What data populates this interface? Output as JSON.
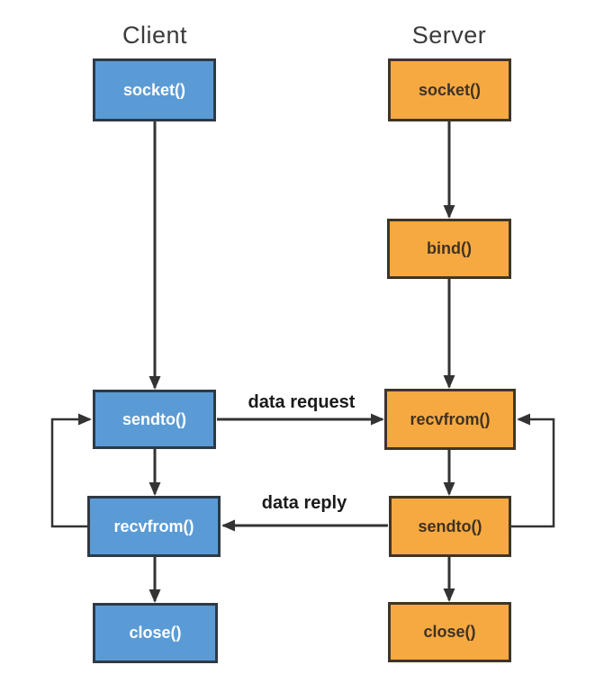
{
  "page": {
    "background_color": "#ffffff"
  },
  "diagram": {
    "type": "flowchart",
    "description_colors": {
      "client_fill": "#5b9bd5",
      "client_text": "#ffffff",
      "server_fill": "#f7a941",
      "server_text": "#3f3222",
      "arrow_color": "#333333"
    },
    "client": {
      "title": "Client",
      "nodes": {
        "socket": "socket()",
        "sendto": "sendto()",
        "recvfrom": "recvfrom()",
        "close": "close()"
      }
    },
    "server": {
      "title": "Server",
      "nodes": {
        "socket": "socket()",
        "bind": "bind()",
        "recvfrom": "recvfrom()",
        "sendto": "sendto()",
        "close": "close()"
      }
    },
    "edge_labels": {
      "request": "data request",
      "reply": "data reply"
    }
  }
}
